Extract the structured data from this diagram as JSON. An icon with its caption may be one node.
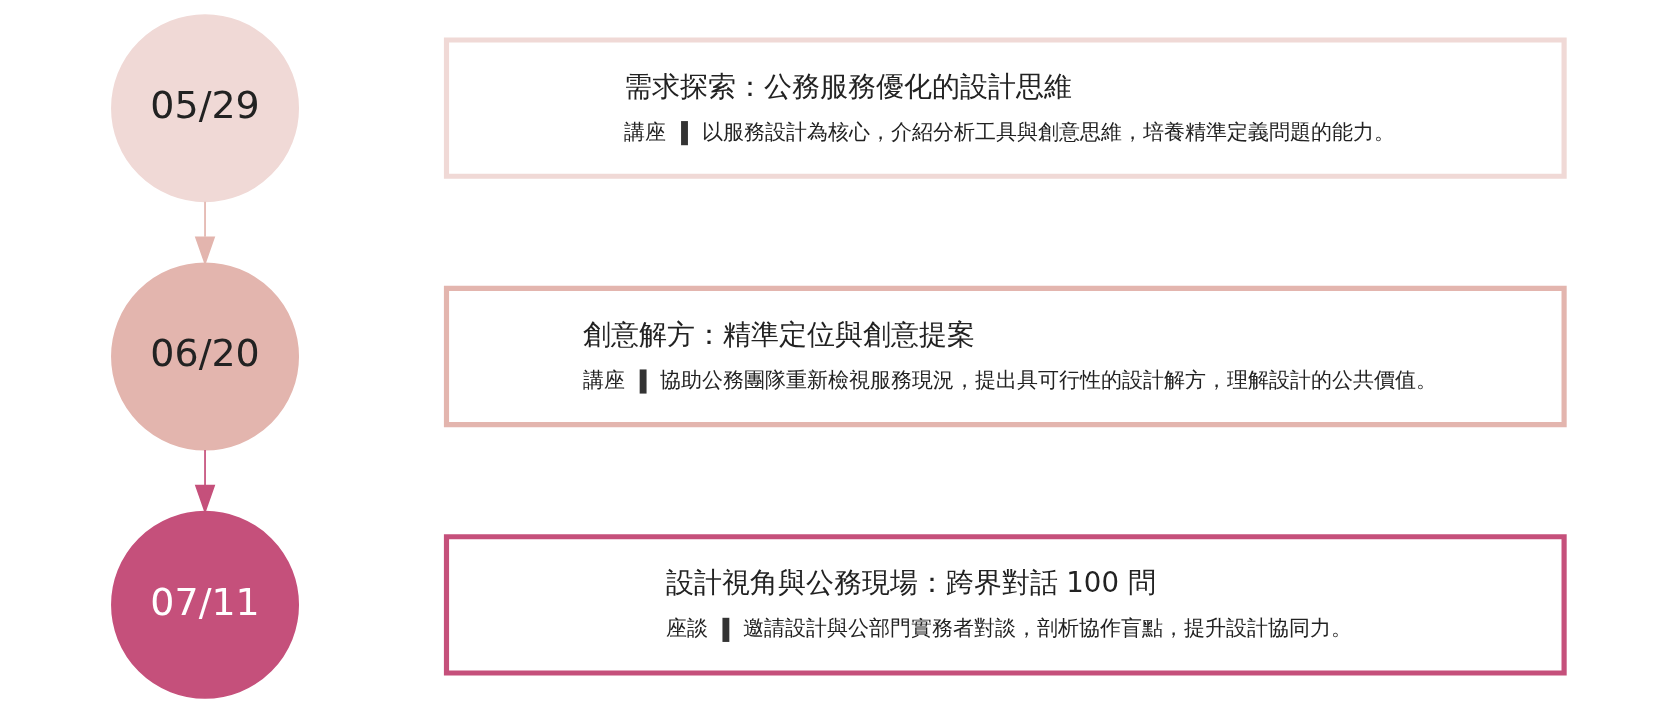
{
  "diagram": {
    "nodes": [
      {
        "text": [
          "05/29"
        ]
      },
      {
        "text": [
          "06/20"
        ]
      },
      {
        "text": [
          "07/11"
        ]
      },
      {
        "text": [
          "需求探索：公務服務優化的設計思維",
          "講座",
          "以服務設計為核心，介紹分析工具與創意思維，培養精準定義問題的能力。"
        ]
      },
      {
        "text": [
          "創意解方：精準定位與創意提案",
          "講座",
          "協助公務團隊重新檢視服務現況，提出具可行性的設計解方，理解設計的公共價值。"
        ]
      },
      {
        "text": [
          "設計視角與公務現場：跨界對話 100 問",
          "座談",
          "邀請設計與公部門實務者對談，剖析協作盲點，提升設計協同力。"
        ]
      }
    ],
    "edges": [
      {
        "from": 0,
        "to": 1,
        "arrow": "to",
        "color": "#e3b5ae"
      },
      {
        "from": 1,
        "to": 2,
        "arrow": "to",
        "color": "#c5507b"
      }
    ]
  }
}
